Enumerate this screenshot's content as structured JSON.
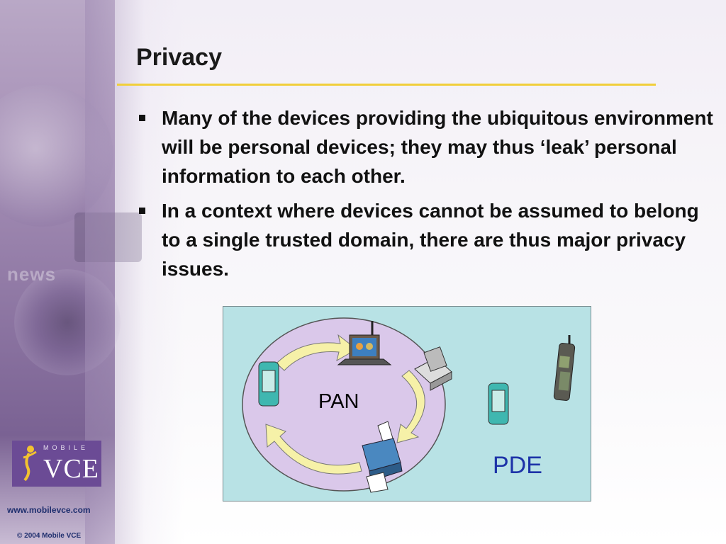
{
  "slide": {
    "title": "Privacy",
    "bullets": [
      "Many of the devices providing the ubiquitous environment will be personal devices; they may thus ‘leak’ personal information to each other.",
      "In a context where devices cannot be assumed to belong to a single trusted domain, there are thus major privacy issues."
    ],
    "bullet_icon": "square-bullet-icon"
  },
  "sidebar": {
    "background_word": "news",
    "logo": {
      "mobile_text": "MOBILE",
      "vce_text": "VCE"
    },
    "website": "www.mobilevce.com",
    "copyright": "© 2004 Mobile VCE"
  },
  "diagram": {
    "pan_label": "PAN",
    "pde_label": "PDE",
    "icons": [
      "pda-icon",
      "laptop-icon",
      "scanner-icon",
      "printer-icon",
      "pda-icon",
      "mobile-phone-icon"
    ],
    "colors": {
      "pde_area": "#b8e2e5",
      "pan_area": "#dac8ea",
      "arrows": "#f6f1a8",
      "pde_text": "#1d33a8"
    }
  },
  "colors": {
    "title_rule": "#f1cf3a",
    "logo_bg": "#6b4b95",
    "footer_text": "#1f2f6e"
  }
}
